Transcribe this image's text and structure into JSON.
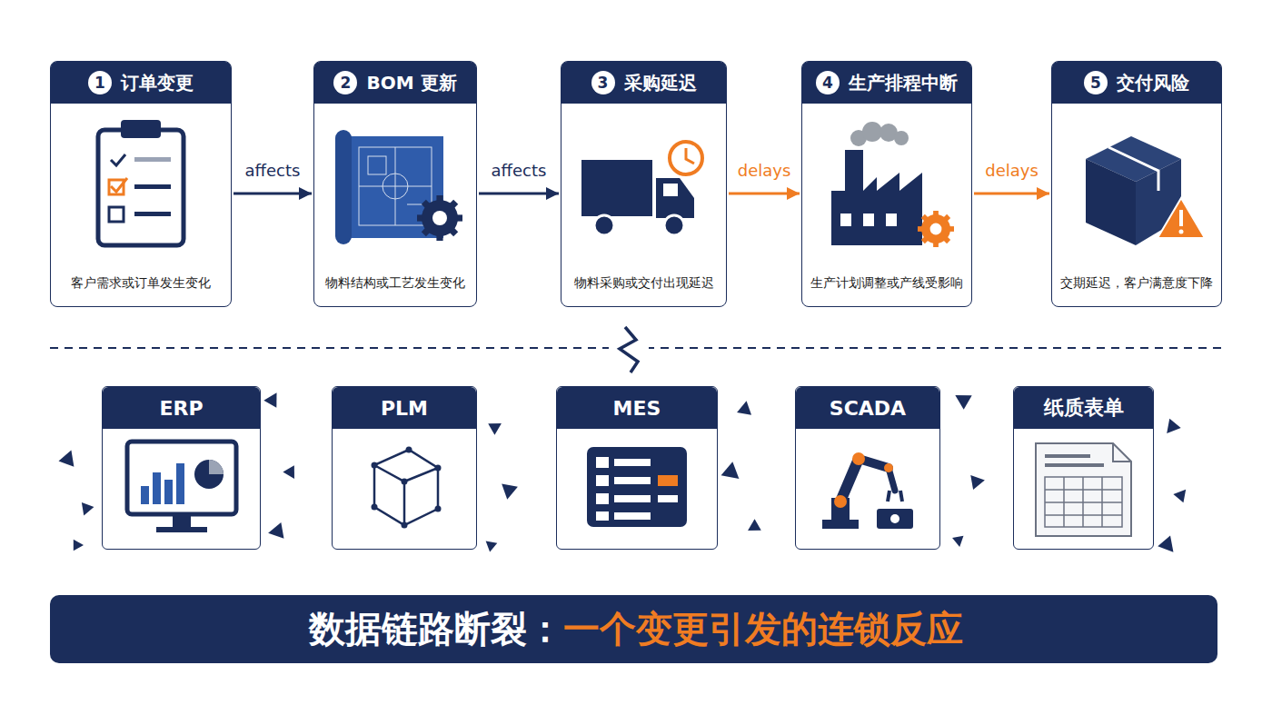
{
  "diagram": {
    "nodes": [
      {
        "text": [
          "1",
          "订单变更",
          "客户需求或订单发生变化"
        ]
      },
      {
        "text": [
          "2",
          "BOM 更新",
          "物料结构或工艺发生变化"
        ]
      },
      {
        "text": [
          "3",
          "采购延迟",
          "物料采购或交付出现延迟"
        ]
      },
      {
        "text": [
          "4",
          "生产排程中断",
          "生产计划调整或产线受影响"
        ]
      },
      {
        "text": [
          "5",
          "交付风险",
          "交期延迟，客户满意度下降"
        ]
      },
      {
        "text": [
          "ERP"
        ]
      },
      {
        "text": [
          "PLM"
        ]
      },
      {
        "text": [
          "MES"
        ]
      },
      {
        "text": [
          "SCADA"
        ]
      },
      {
        "text": [
          "纸质表单"
        ]
      },
      {
        "text": [
          "数据链路断裂：",
          "一个变更引发的连锁反应"
        ]
      }
    ],
    "edges": [
      {
        "from": 0,
        "to": 1,
        "label": "affects",
        "arrow": "to"
      },
      {
        "from": 1,
        "to": 2,
        "label": "affects",
        "arrow": "to"
      },
      {
        "from": 2,
        "to": 3,
        "label": "delays",
        "arrow": "to"
      },
      {
        "from": 3,
        "to": 4,
        "label": "delays",
        "arrow": "to"
      }
    ]
  }
}
